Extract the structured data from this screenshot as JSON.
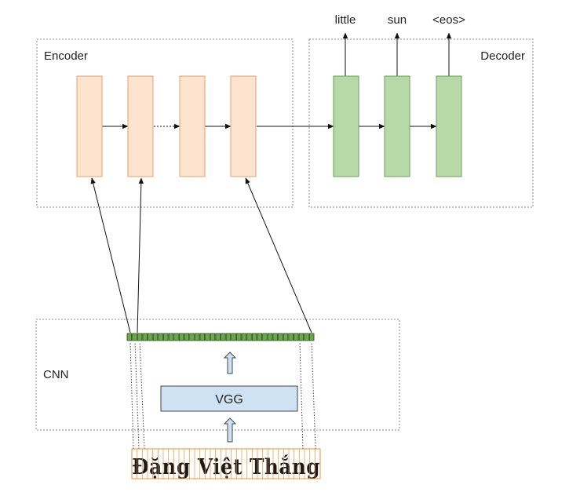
{
  "encoder": {
    "label": "Encoder",
    "cell_count": 4
  },
  "decoder": {
    "label": "Decoder",
    "cell_count": 3,
    "outputs": [
      "little",
      "sun",
      "<eos>"
    ]
  },
  "cnn": {
    "label": "CNN",
    "feature_count": 36
  },
  "vgg": {
    "label": "VGG"
  },
  "input_image": {
    "text": "Đặng Việt Thắng"
  },
  "colors": {
    "encoder_cell": "#fce4cf",
    "encoder_cell_border": "#e0a176",
    "decoder_cell": "#b7d9a7",
    "decoder_cell_border": "#6e9e5a",
    "feature_cell": "#6aa84f",
    "feature_cell_border": "#274e13",
    "vgg_fill": "#cfe2f3",
    "vgg_border": "#444444",
    "hollow_arrow": "#cfe2f3",
    "image_slice": "#e69138"
  }
}
